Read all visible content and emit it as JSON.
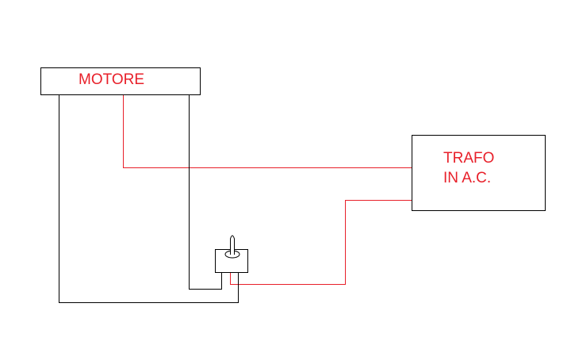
{
  "motor": {
    "label": "MOTORE"
  },
  "transformer": {
    "line1": "TRAFO",
    "line2": "IN A.C."
  },
  "colors": {
    "outline": "#000000",
    "label": "#e8202a",
    "red_wire": "#e8202a",
    "black_wire": "#000000",
    "background": "#ffffff"
  }
}
